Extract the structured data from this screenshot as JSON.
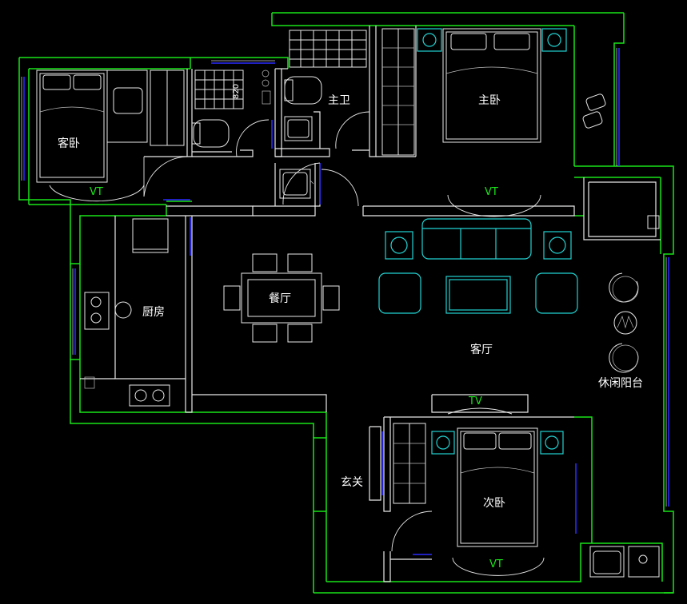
{
  "rooms": {
    "guest_bedroom": "客卧",
    "master_bath": "主卫",
    "master_bedroom": "主卧",
    "kitchen": "厨房",
    "dining": "餐厅",
    "living": "客厅",
    "leisure_balcony": "休闲阳台",
    "entrance": "玄关",
    "second_bedroom": "次卧"
  },
  "fixtures": {
    "vt_label": "VT",
    "tv_label": "TV"
  },
  "dimensions": {
    "bath_width": "820"
  },
  "colors": {
    "background": "#000000",
    "outer_wall": "#19e619",
    "inner_wall": "#e8e8e8",
    "window": "#2a2aff",
    "furniture_accent": "#22d3d3"
  }
}
